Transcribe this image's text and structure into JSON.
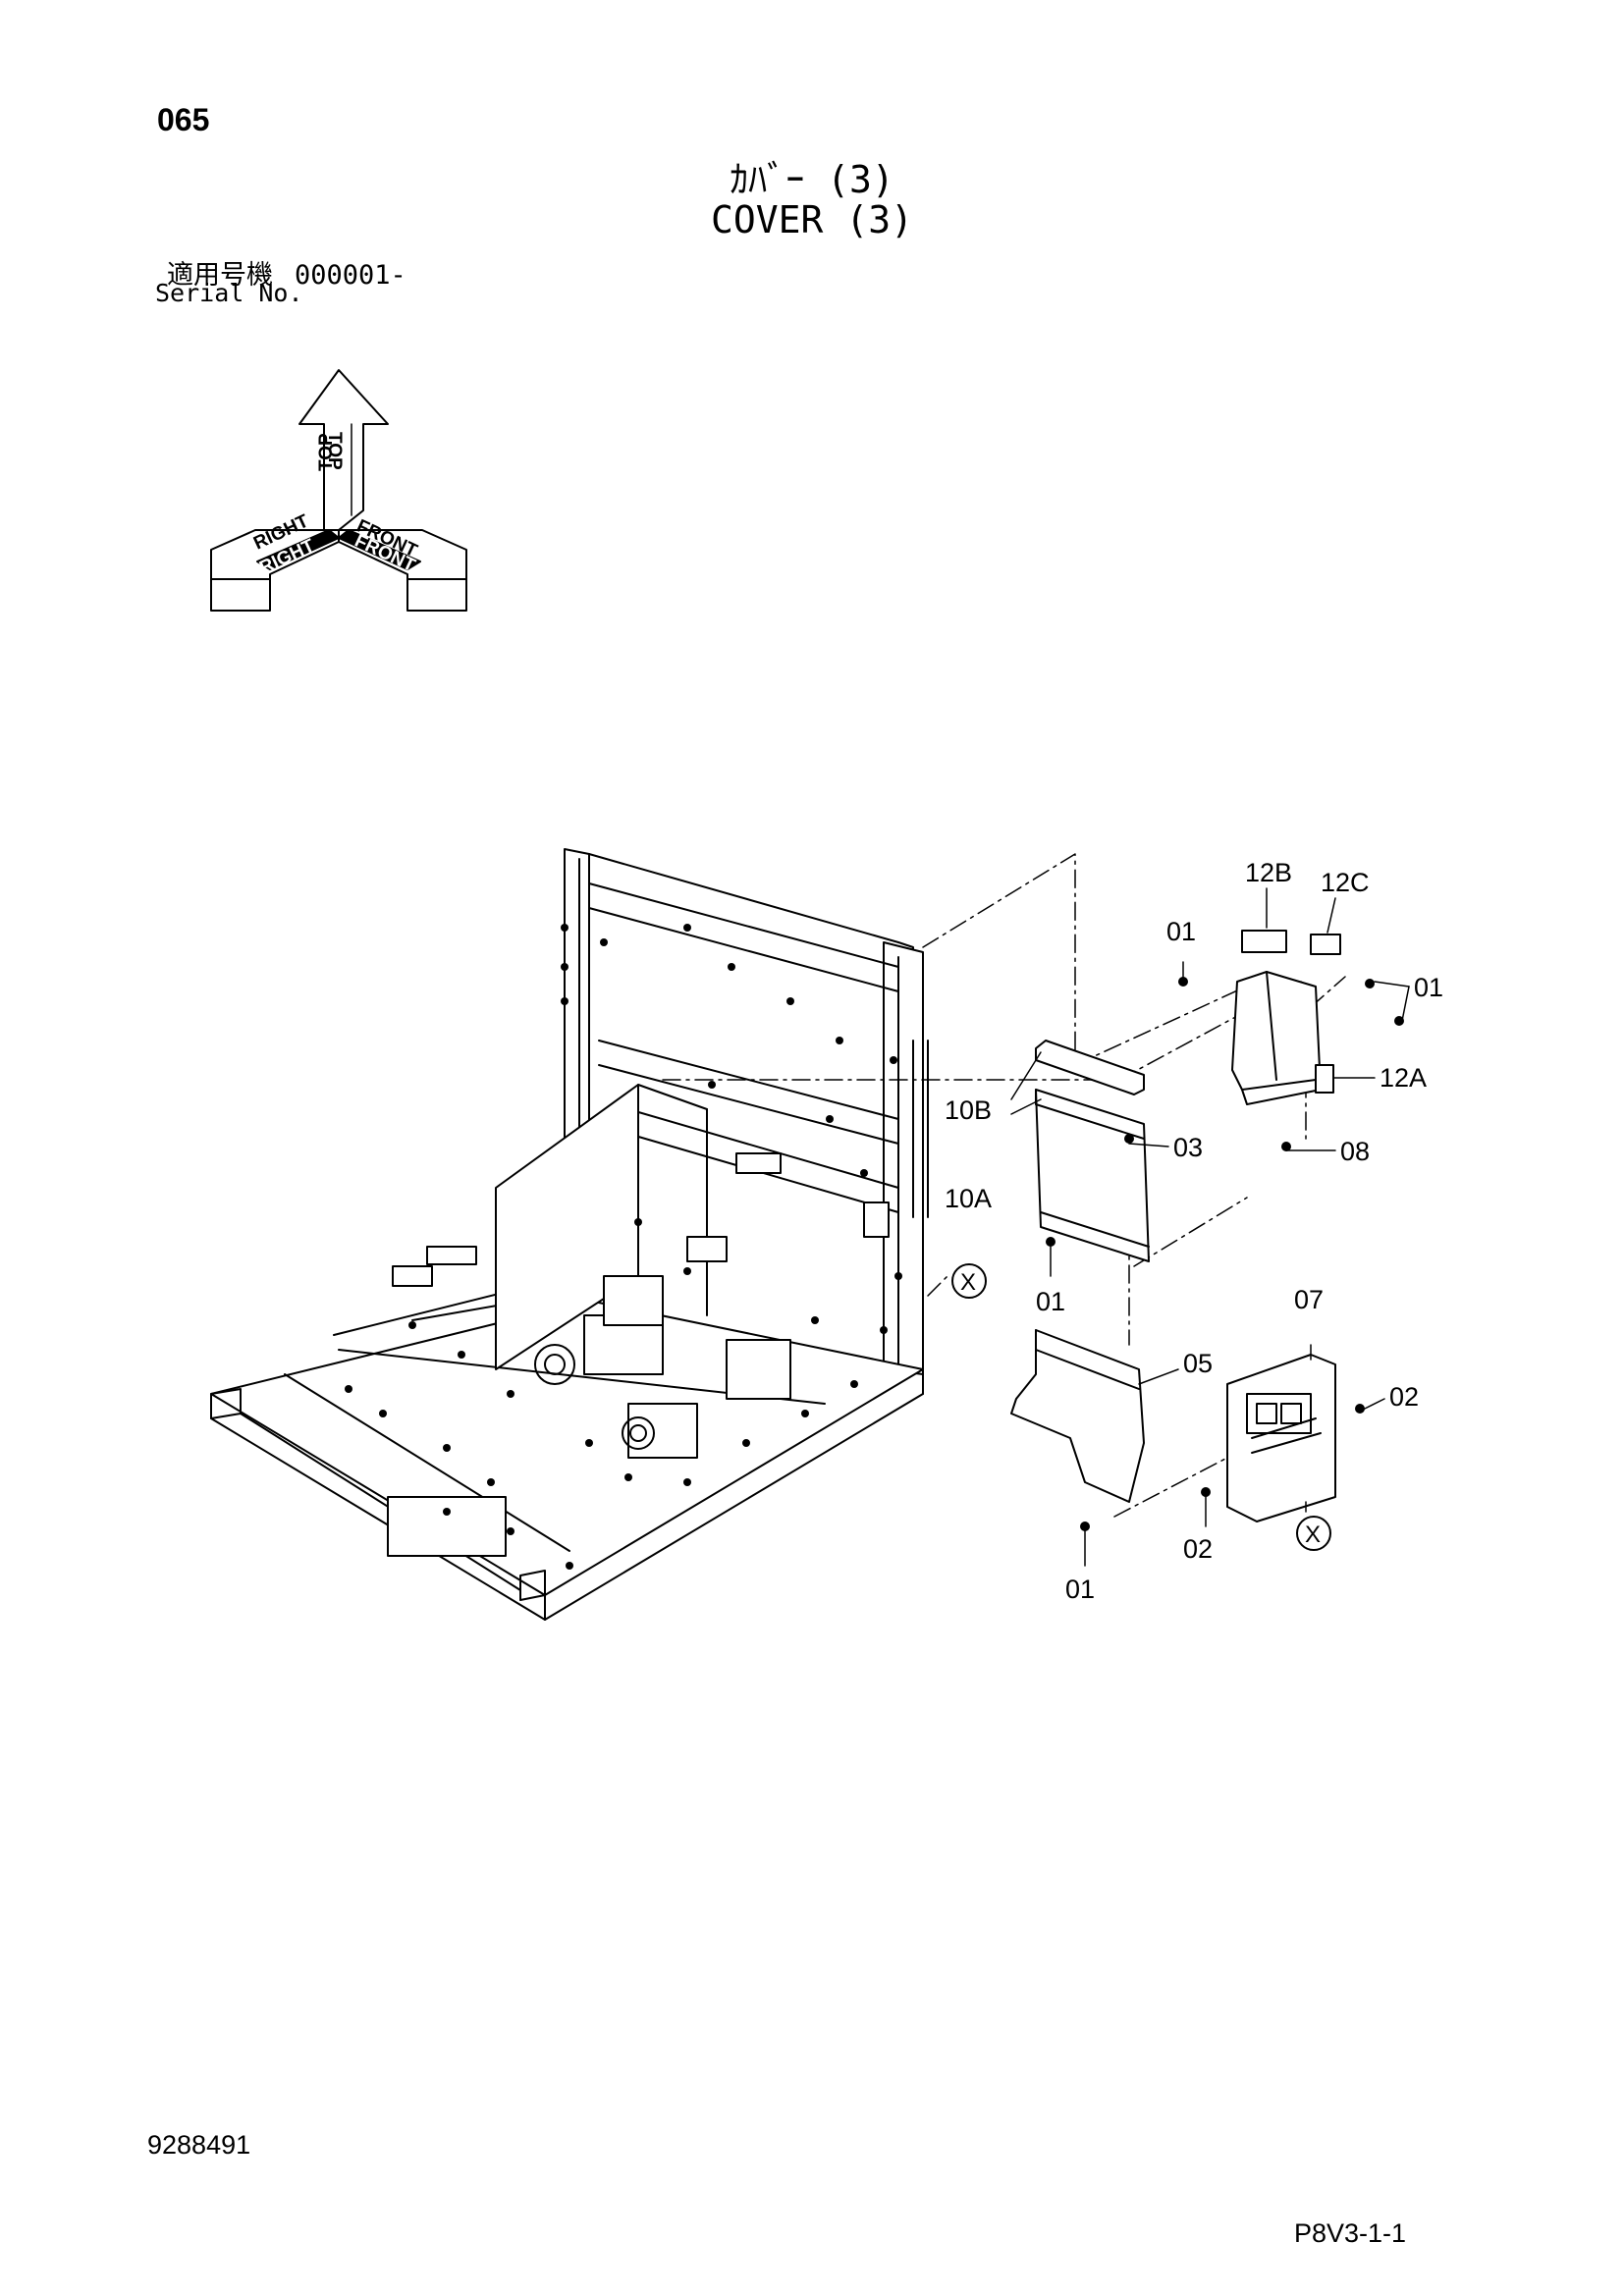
{
  "header": {
    "page_number": "065",
    "title_jp": "ｶﾊﾞｰ (3)",
    "title_en": "COVER (3)",
    "serial_label_jp": "適用号機",
    "serial_value": "000001-",
    "serial_label_en": "Serial No."
  },
  "orientation": {
    "top_label": "TOP",
    "right_label": "RIGHT",
    "front_label": "FRONT"
  },
  "callouts": {
    "c_12b": "12B",
    "c_12c": "12C",
    "c_01_a": "01",
    "c_01_b": "01",
    "c_12a": "12A",
    "c_10b": "10B",
    "c_03": "03",
    "c_08": "08",
    "c_10a": "10A",
    "c_01_c": "01",
    "c_x_a": "X",
    "c_07": "07",
    "c_05": "05",
    "c_02_a": "02",
    "c_02_b": "02",
    "c_x_b": "X",
    "c_01_d": "01"
  },
  "footer": {
    "doc_number": "9288491",
    "page_ref": "P8V3-1-1"
  }
}
